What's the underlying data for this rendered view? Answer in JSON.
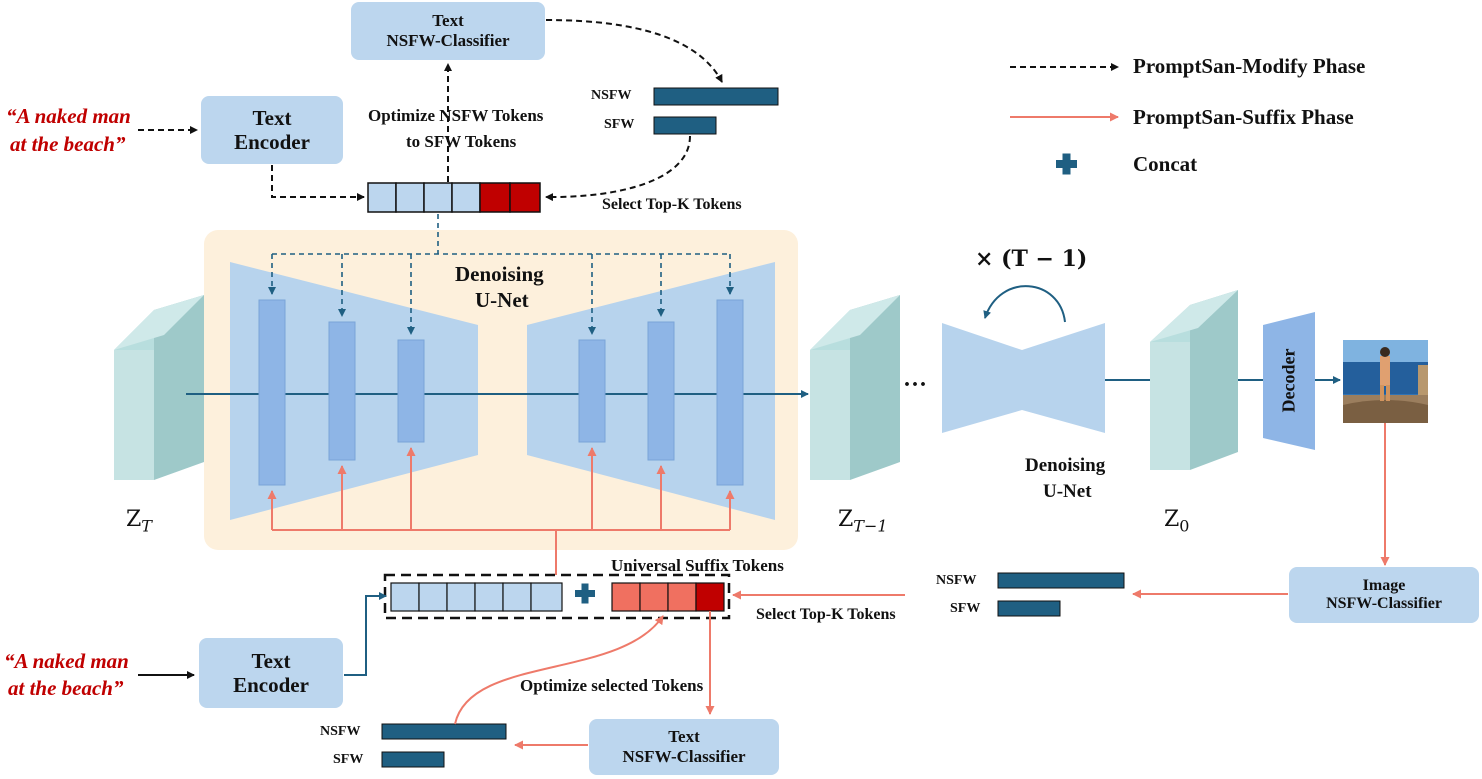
{
  "top": {
    "text_nsfw_classifier": {
      "line1": "Text",
      "line2": "NSFW-Classifier"
    },
    "text_encoder": {
      "line1": "Text",
      "line2": "Encoder"
    },
    "prompt": {
      "line1": "“A naked man",
      "line2": "at the beach”"
    },
    "optimize_label": {
      "line1": "Optimize NSFW Tokens",
      "line2": "to SFW Tokens"
    },
    "select_topk": "Select Top-K Tokens",
    "score_nsfw": "NSFW",
    "score_sfw": "SFW"
  },
  "legend": {
    "modify_phase": "PromptSan-Modify Phase",
    "suffix_phase": "PromptSan-Suffix Phase",
    "concat": "Concat"
  },
  "unet": {
    "label_line1": "Denoising",
    "label_line2": "U-Net",
    "small_label_line1": "Denoising",
    "small_label_line2": "U-Net",
    "repeat": "× (T − 1)"
  },
  "latents": {
    "zt": "Z",
    "zt_sub": "T",
    "zt1": "Z",
    "zt1_sub": "T−1",
    "z0": "Z",
    "z0_sub": "0",
    "ellipsis": "···"
  },
  "decoder": "Decoder",
  "bottom": {
    "universal_suffix": "Universal Suffix Tokens",
    "select_topk": "Select Top-K Tokens",
    "optimize_selected": "Optimize selected Tokens",
    "text_encoder": {
      "line1": "Text",
      "line2": "Encoder"
    },
    "text_nsfw_classifier": {
      "line1": "Text",
      "line2": "NSFW-Classifier"
    },
    "image_nsfw_classifier": {
      "line1": "Image",
      "line2": "NSFW-Classifier"
    },
    "prompt": {
      "line1": "“A naked man",
      "line2": "at the beach”"
    },
    "score_nsfw": "NSFW",
    "score_sfw": "SFW",
    "score2_nsfw": "NSFW",
    "score2_sfw": "SFW"
  },
  "colors": {
    "modify_arrow": "#111111",
    "suffix_arrow": "#ee7a6a",
    "dark_blue": "#1f5f82",
    "light_blue": "#bcd6ee",
    "token_red": "#c00000",
    "suffix_token": "#f07060",
    "unet_bg": "#fdf0dc"
  }
}
